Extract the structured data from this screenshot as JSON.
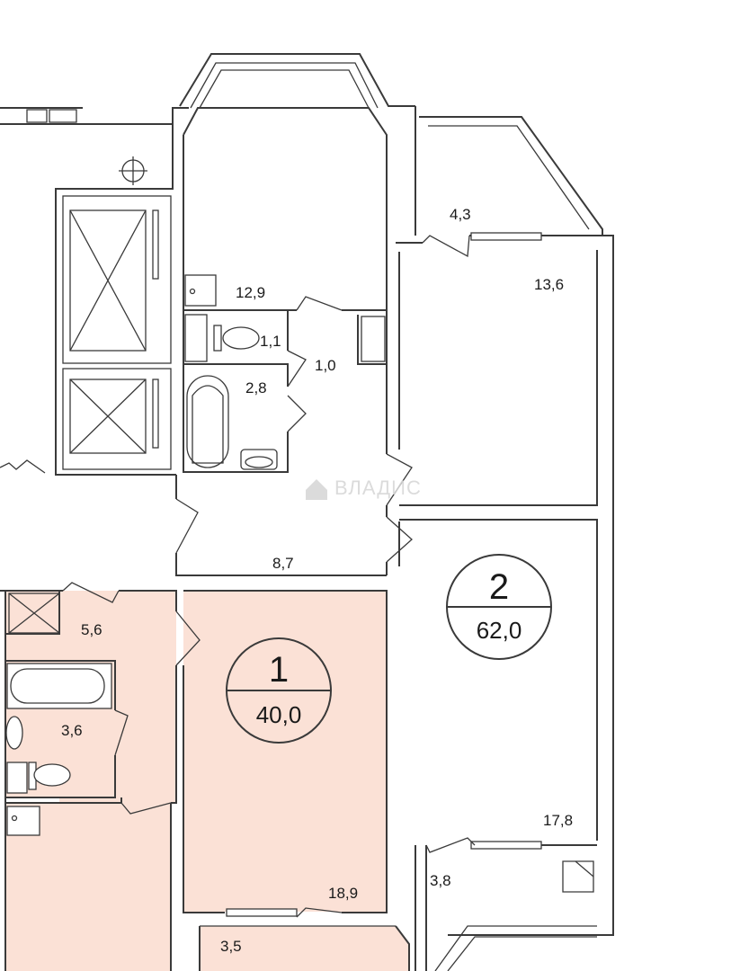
{
  "colors": {
    "apartment_fill": "#fbe1d6",
    "wall": "#3a3a3a",
    "background": "#ffffff",
    "watermark": "#d8d8d8"
  },
  "watermark": {
    "text": "ВЛАДИС",
    "icon": "house-icon"
  },
  "apartments": [
    {
      "number": "1",
      "area": "40,0"
    },
    {
      "number": "2",
      "area": "62,0"
    }
  ],
  "rooms": {
    "r_12_9": "12,9",
    "r_4_3": "4,3",
    "r_13_6": "13,6",
    "r_1_1": "1,1",
    "r_1_0": "1,0",
    "r_2_8": "2,8",
    "r_8_7": "8,7",
    "r_5_6": "5,6",
    "r_3_6": "3,6",
    "r_18_9": "18,9",
    "r_3_5": "3,5",
    "r_17_8": "17,8",
    "r_3_8": "3,8"
  }
}
